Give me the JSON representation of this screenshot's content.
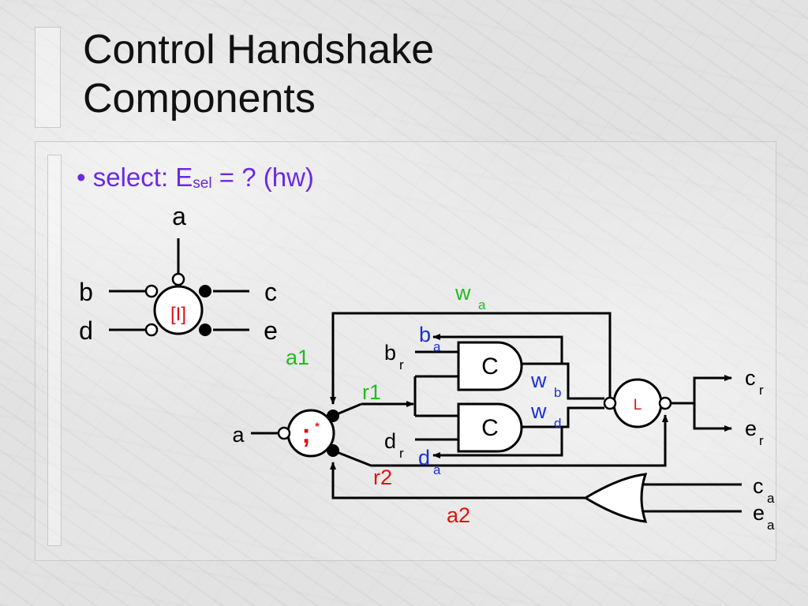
{
  "slide": {
    "title_line1": "Control Handshake",
    "title_line2": "Components",
    "bullet": {
      "bullet_char": "•",
      "text_before": "select: E",
      "subscript": "sel",
      "text_after": " = ? (hw)",
      "color": "#6a2ae0"
    }
  },
  "symbol": {
    "center": "[I]",
    "top_label": "a",
    "left_labels": [
      "b",
      "d"
    ],
    "right_labels": [
      "c",
      "e"
    ]
  },
  "circuit": {
    "seq_component": {
      "main": ";",
      "sup": "*"
    },
    "input_a": "a",
    "gate_c1": "C",
    "gate_c2": "C",
    "latch": "L",
    "signals": {
      "w_main": "w",
      "w_sub": "a",
      "a1": "a1",
      "r1": "r1",
      "r2": "r2",
      "a2": "a2",
      "b_a_main": "b",
      "b_a_sub": "a",
      "b_r_main": "b",
      "b_r_sub": "r",
      "d_r_main": "d",
      "d_r_sub": "r",
      "d_a_main": "d",
      "d_a_sub": "a",
      "w_b_main": "w",
      "w_b_sub": "b",
      "w_d_main": "w",
      "w_d_sub": "d",
      "c_r_main": "c",
      "c_r_sub": "r",
      "e_r_main": "e",
      "e_r_sub": "r",
      "c_a_main": "c",
      "c_a_sub": "a",
      "e_a_main": "e",
      "e_a_sub": "a"
    },
    "colors": {
      "green": "#22bb22",
      "blue": "#1a2fd6",
      "red": "#e01010",
      "black": "#000000"
    }
  }
}
